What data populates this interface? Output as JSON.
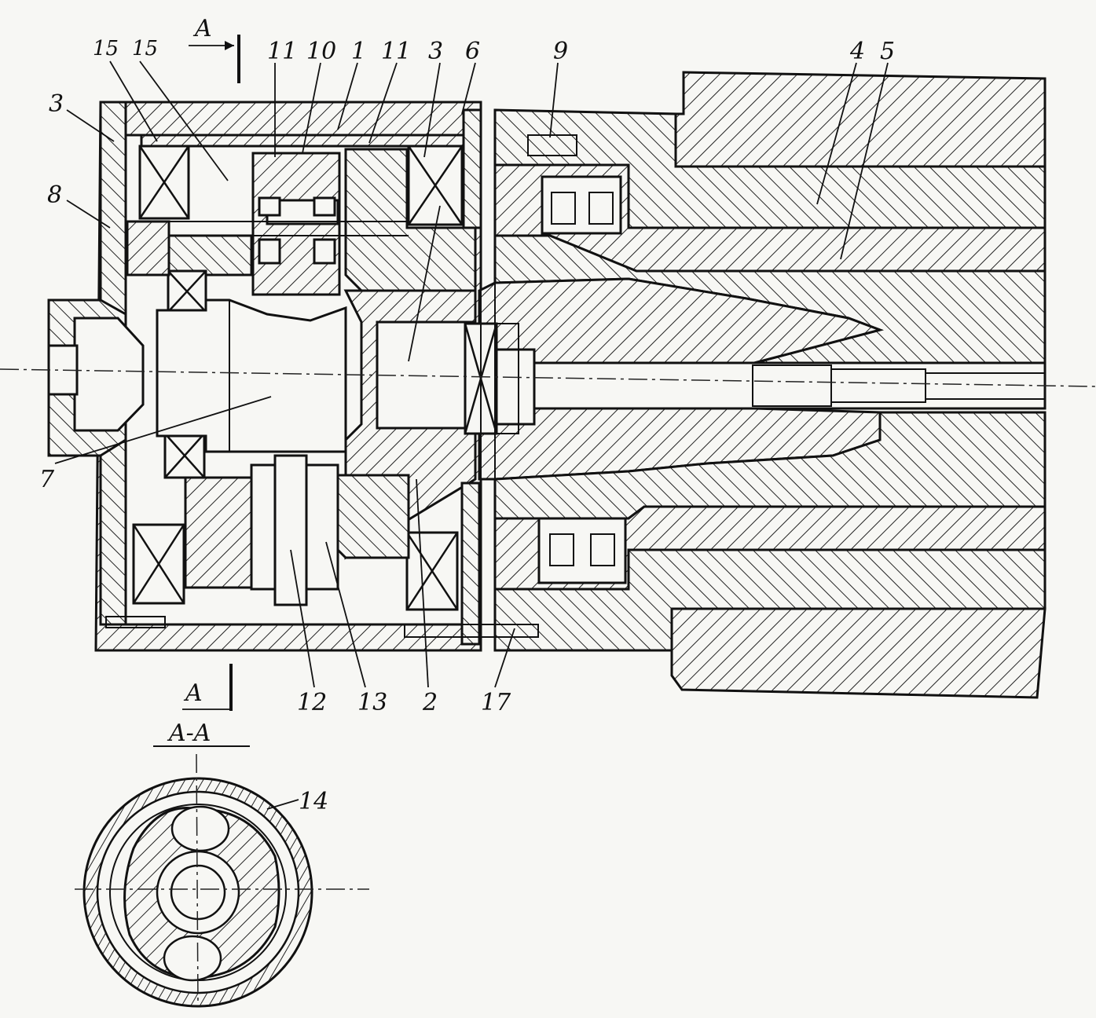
{
  "labels": {
    "section_marker_top": "A",
    "section_marker_bottom": "A",
    "section_title": "A-A",
    "n15a": "15",
    "n15b": "15",
    "n11a": "11",
    "n10": "10",
    "n1": "1",
    "n11b": "11",
    "n3a": "3",
    "n6": "6",
    "n9": "9",
    "n4": "4",
    "n5": "5",
    "n3b": "3",
    "n8": "8",
    "n7": "7",
    "n12": "12",
    "n13": "13",
    "n2": "2",
    "n17": "17",
    "n14": "14"
  },
  "colors": {
    "ink": "#111111",
    "paper": "#f7f7f4"
  }
}
